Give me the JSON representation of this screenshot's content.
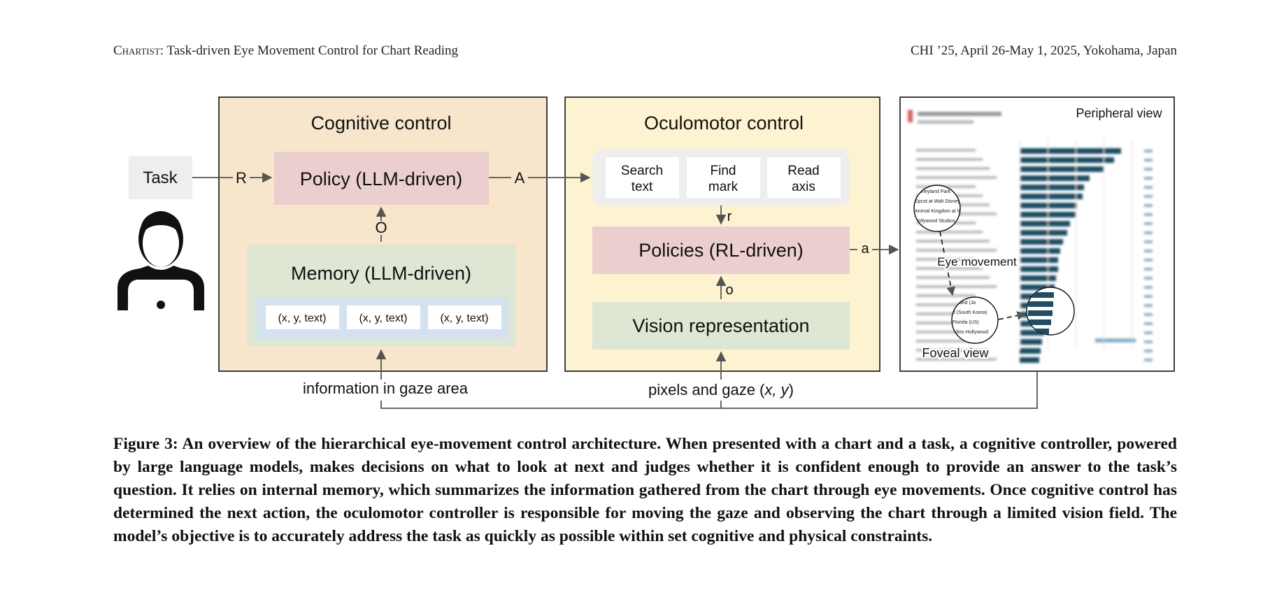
{
  "header": {
    "left_title_smallcaps": "Chartist",
    "left_title_rest": ": Task-driven Eye Movement Control for Chart Reading",
    "right": "CHI ’25, April 26-May 1, 2025, Yokohama, Japan"
  },
  "figure": {
    "task_label": "Task",
    "cognitive": {
      "title": "Cognitive control",
      "policy": "Policy (LLM-driven)",
      "memory": "Memory (LLM-driven)",
      "memory_items": [
        "(x, y, text)",
        "(x, y, text)",
        "(x, y, text)"
      ]
    },
    "oculomotor": {
      "title": "Oculomotor control",
      "skills": [
        {
          "line1": "Search",
          "line2": "text"
        },
        {
          "line1": "Find",
          "line2": "mark"
        },
        {
          "line1": "Read",
          "line2": "axis"
        }
      ],
      "policies": "Policies (RL-driven)",
      "vision": "Vision representation"
    },
    "chart_view": {
      "peripheral_label": "Peripheral view",
      "eye_movement_label": "Eye movement",
      "foveal_label": "Foveal view",
      "fovea_top_labels": [
        "Disneyland Park",
        "Epcot at Walt Disney",
        "Animal Kingdom at W",
        "Hollywood Studios"
      ],
      "fovea_bottom_labels": [
        "e Land (Ja",
        "d (South Korea)",
        "Florida (US)",
        "udios Hollywood"
      ]
    },
    "arrow_labels": {
      "R": "R",
      "A": "A",
      "O": "O",
      "r": "r",
      "a": "a",
      "o": "o"
    },
    "bottom_labels": {
      "info": "information in gaze area",
      "pixels_prefix": "pixels and gaze (",
      "pixels_vars": "x, y",
      "pixels_suffix": ")"
    },
    "colors": {
      "cognitive_bg": "#f7e6cc",
      "oculomotor_bg": "#fdf3d1",
      "policy_bg": "#ebcfcf",
      "memory_bg": "#dde7d3",
      "memory_inner_bg": "#d4e2ef",
      "task_bg": "#eeeeee",
      "bar_color": "#1f4e63",
      "arrow_color": "#555555"
    }
  },
  "caption": "Figure 3: An overview of the hierarchical eye-movement control architecture. When presented with a chart and a task, a cognitive controller, powered by large language models, makes decisions on what to look at next and judges whether it is confident enough to provide an answer to the task’s question. It relies on internal memory, which summarizes the information gathered from the chart through eye movements. Once cognitive control has determined the next action, the oculomotor controller is responsible for moving the gaze and observing the chart through a limited vision field. The model’s objective is to accurately address the task as quickly as possible within set cognitive and physical constraints."
}
